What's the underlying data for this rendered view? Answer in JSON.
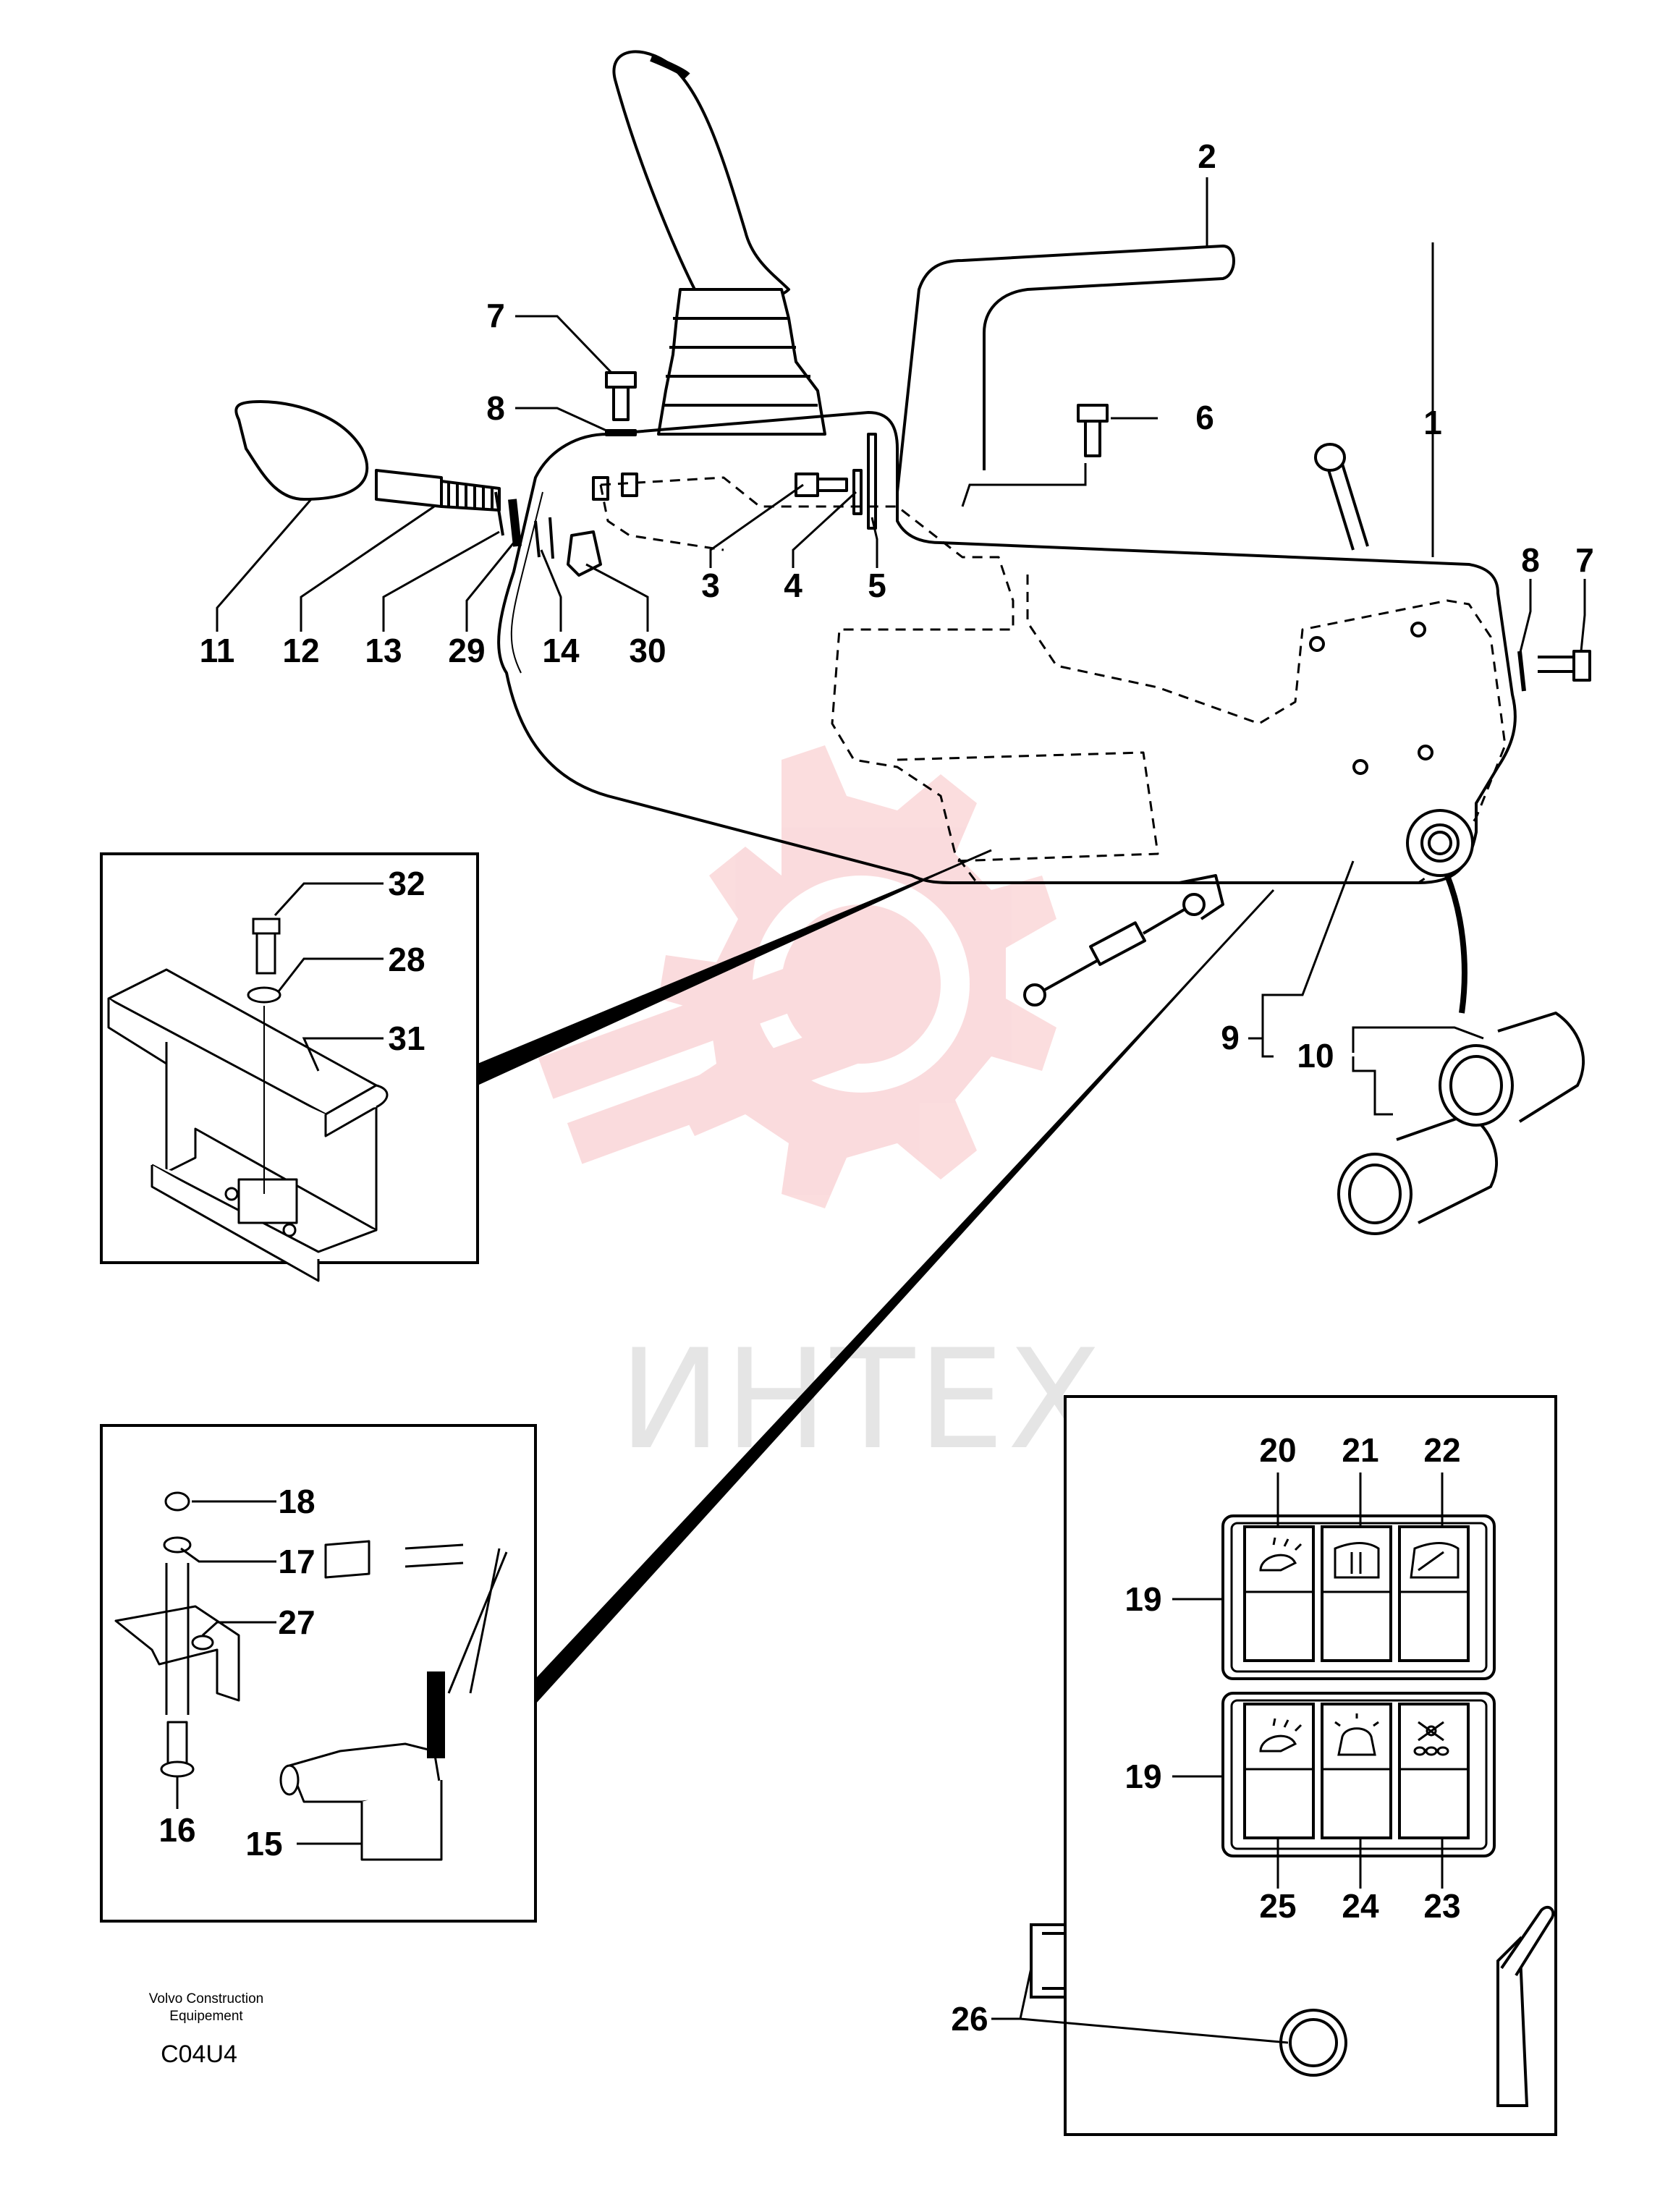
{
  "diagram": {
    "callouts": {
      "c1": "1",
      "c2": "2",
      "c3": "3",
      "c4": "4",
      "c5": "5",
      "c6": "6",
      "c7a": "7",
      "c7b": "7",
      "c8a": "8",
      "c8b": "8",
      "c9": "9",
      "c10": "10",
      "c11": "11",
      "c12": "12",
      "c13": "13",
      "c14": "14",
      "c15": "15",
      "c16": "16",
      "c17": "17",
      "c18": "18",
      "c19a": "19",
      "c19b": "19",
      "c20": "20",
      "c21": "21",
      "c22": "22",
      "c23": "23",
      "c24": "24",
      "c25": "25",
      "c26": "26",
      "c27": "27",
      "c28": "28",
      "c29": "29",
      "c30": "30",
      "c31": "31",
      "c32": "32"
    },
    "watermark": "ИНТЕХ",
    "watermark_color": "#e8404a"
  },
  "footer": {
    "brand_line1": "Volvo Construction",
    "brand_line2": "Equipement",
    "code": "C04U4"
  }
}
